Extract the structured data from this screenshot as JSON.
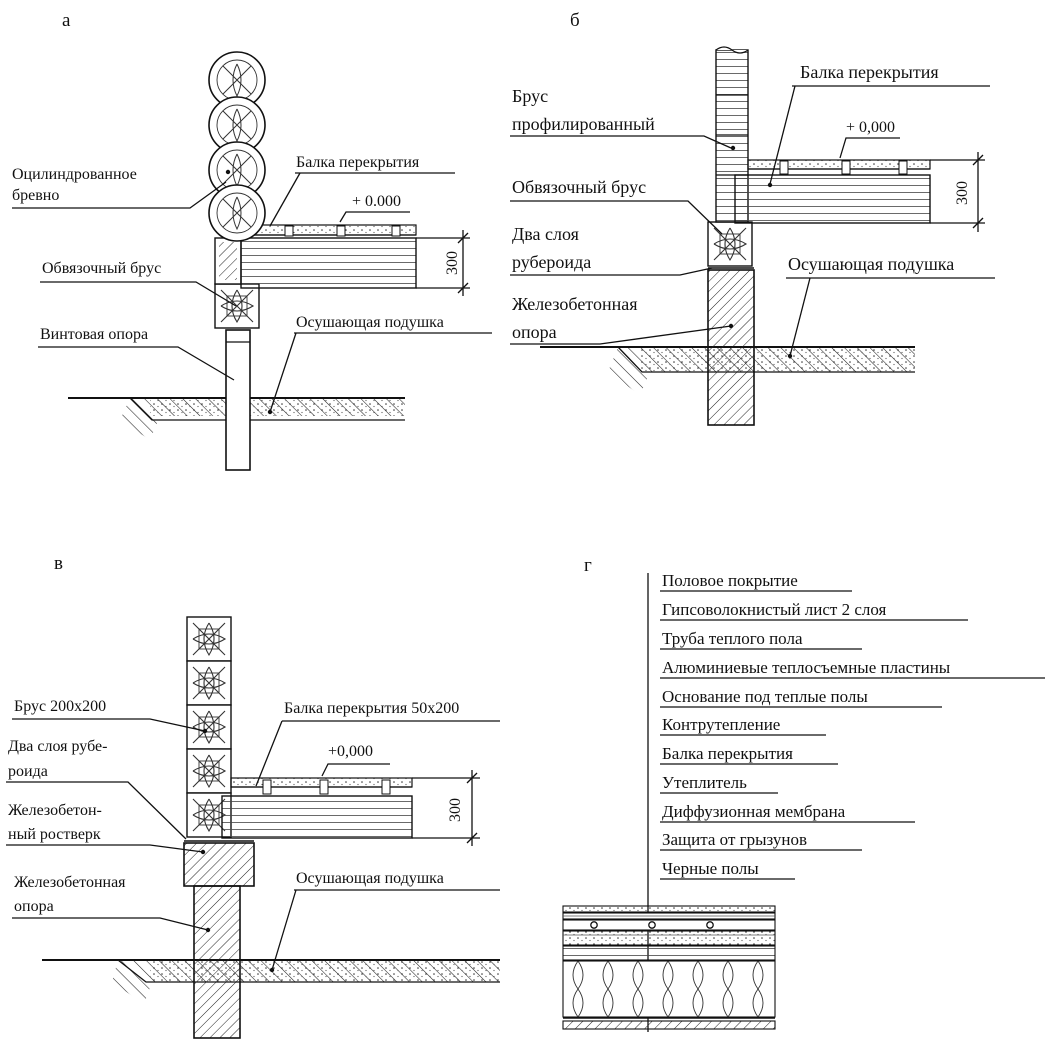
{
  "a": {
    "letter": "а",
    "log_1": "Оцилиндрованное",
    "log_2": "бревно",
    "beam": "Балка перекрытия",
    "level": "+ 0.000",
    "dim": "300",
    "sill": "Обвязочный брус",
    "support": "Винтовая опора",
    "cushion": "Осушающая подушка"
  },
  "b": {
    "letter": "б",
    "timber_1": "Брус",
    "timber_2": "профилированный",
    "beam": "Балка перекрытия",
    "level": "+ 0,000",
    "dim": "300",
    "sill": "Обвязочный брус",
    "roof_1": "Два слоя",
    "roof_2": "рубероида",
    "cushion": "Осушающая подушка",
    "support_1": "Железобетонная",
    "support_2": "опора"
  },
  "v": {
    "letter": "в",
    "timber": "Брус 200х200",
    "beam": "Балка перекрытия 50х200",
    "roof_1": "Два слоя рубе-",
    "roof_2": "роида",
    "level": "+0,000",
    "dim": "300",
    "grill_1": "Железобетон-",
    "grill_2": "ный ростверк",
    "cushion": "Осушающая подушка",
    "support_1": "Железобетонная",
    "support_2": "опора"
  },
  "g": {
    "letter": "г",
    "layers": [
      "Половое покрытие",
      "Гипсоволокнистый лист 2 слоя",
      "Труба теплого пола",
      "Алюминиевые теплосъемные пластины",
      "Основание под теплые полы",
      "Контрутепление",
      "Балка перекрытия",
      "Утеплитель",
      "Диффузионная мембрана",
      "Защита от грызунов",
      "Черные полы"
    ]
  }
}
